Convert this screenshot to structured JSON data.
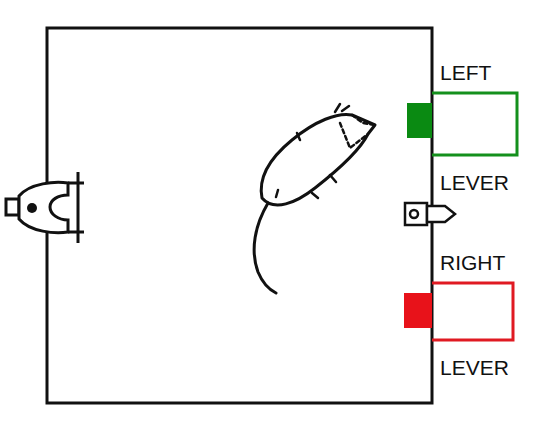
{
  "diagram": {
    "labels": [
      "LEFT",
      "LEVER",
      "RIGHT",
      "LEVER"
    ]
  }
}
